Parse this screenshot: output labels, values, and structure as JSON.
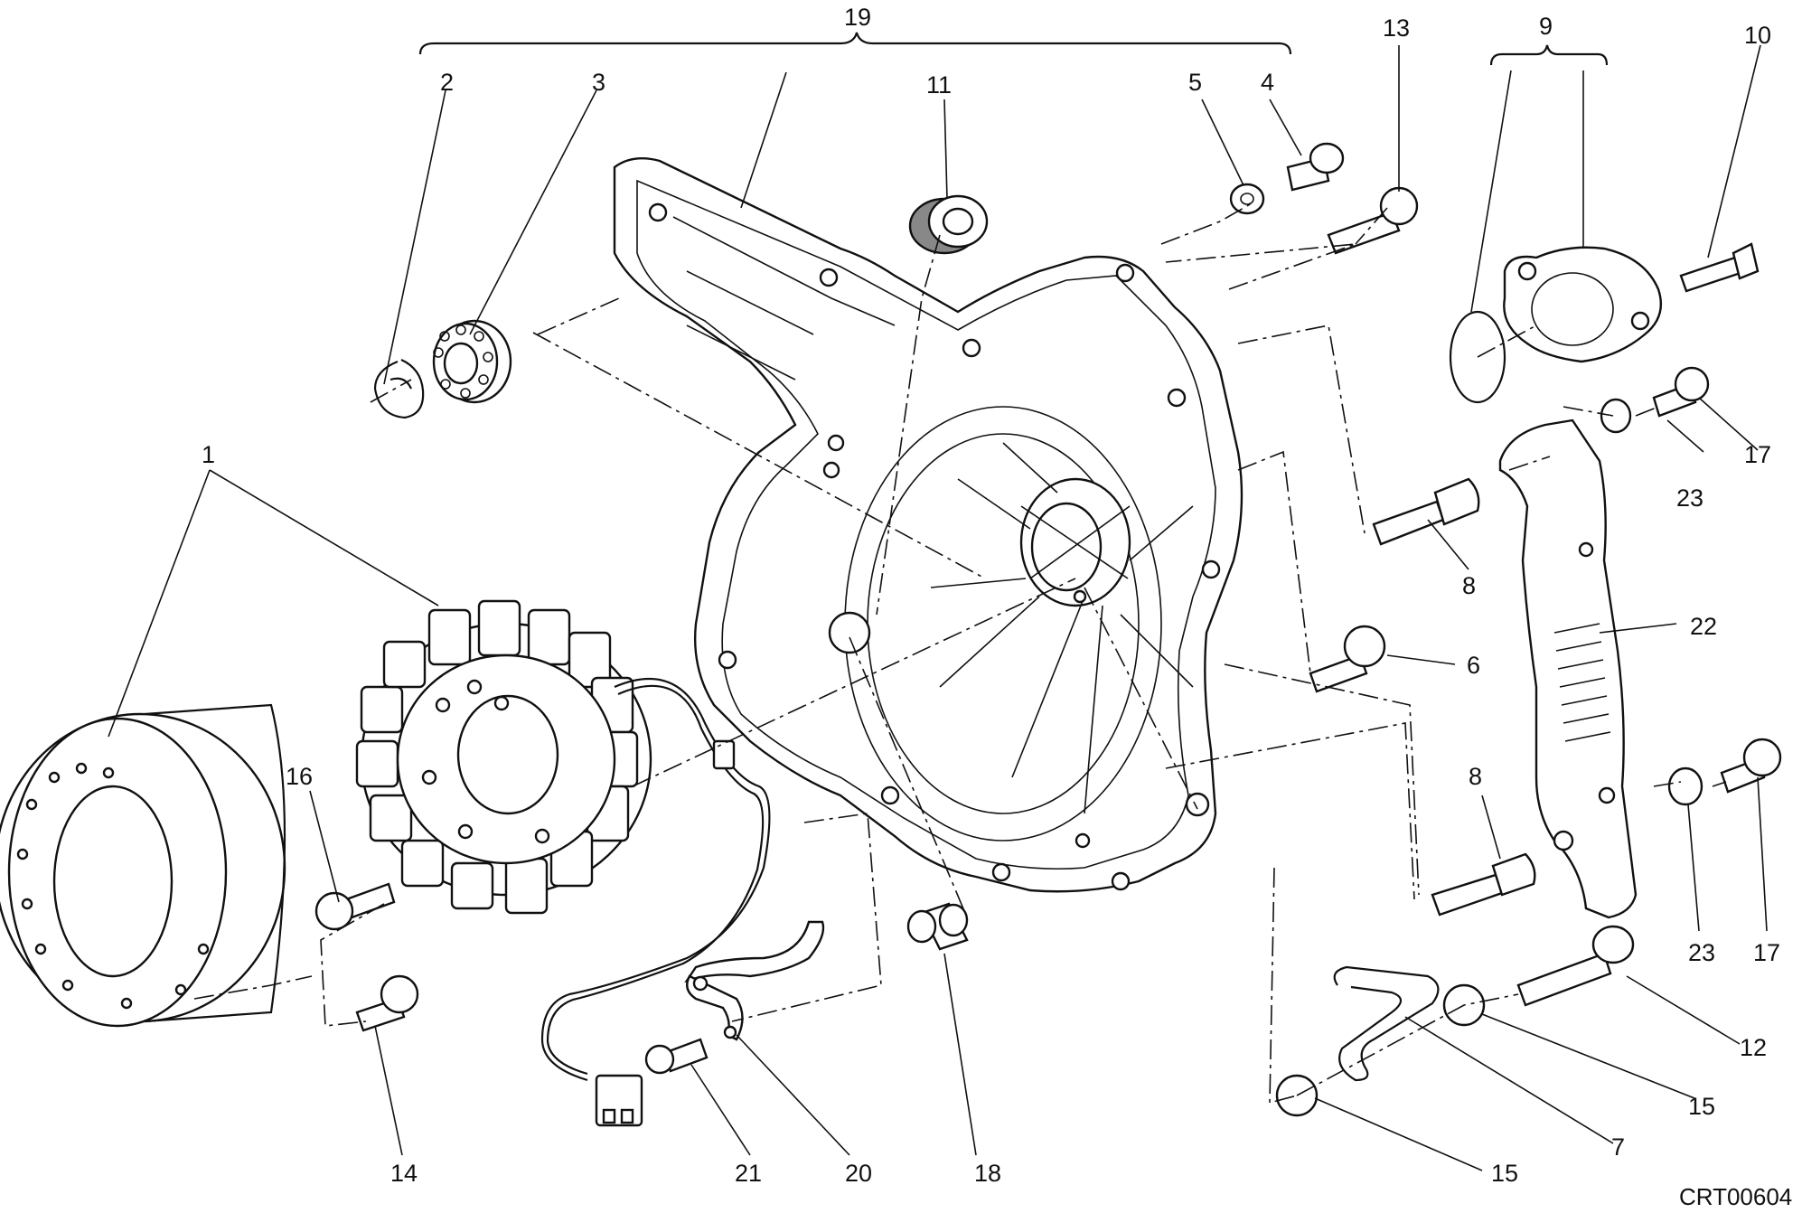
{
  "callouts": {
    "c19": "19",
    "c2": "2",
    "c3": "3",
    "c11": "11",
    "c5": "5",
    "c4": "4",
    "c13": "13",
    "c9": "9",
    "c10": "10",
    "c1": "1",
    "c17a": "17",
    "c23a": "23",
    "c8a": "8",
    "c22": "22",
    "c6": "6",
    "c16": "16",
    "c8b": "8",
    "c23b": "23",
    "c17b": "17",
    "c12": "12",
    "c15a": "15",
    "c7": "7",
    "c15b": "15",
    "c14": "14",
    "c21": "21",
    "c20": "20",
    "c18": "18"
  },
  "drawing_code": "CRT00604"
}
